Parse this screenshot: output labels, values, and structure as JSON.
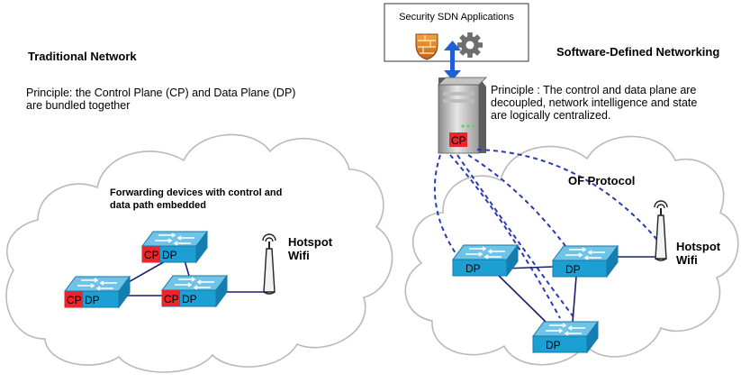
{
  "traditional": {
    "title": "Traditional Network",
    "principle_line1": "Principle: the Control Plane (CP) and Data Plane (DP)",
    "principle_line2": "are bundled together",
    "devices_caption_line1": "Forwarding devices with control and",
    "devices_caption_line2": "data path embedded",
    "hotspot_line1": "Hotspot",
    "hotspot_line2": "Wifi",
    "cp_label": "CP",
    "dp_label": "DP"
  },
  "sdn": {
    "title": "Software-Defined Networking",
    "apps_box_label": "Security SDN Applications",
    "principle_line1": "Principle : The control and data plane are",
    "principle_line2": "decoupled, network intelligence and state",
    "principle_line3": "are logically centralized.",
    "controller_label": "CP",
    "protocol_label": "OF Protocol",
    "hotspot_line1": "Hotspot",
    "hotspot_line2": "Wifi",
    "dp_label": "DP"
  },
  "colors": {
    "switch_top": "#6ec3e6",
    "switch_front": "#1d9fd3",
    "cp_red": "#e8262b",
    "link_navy": "#1b1f6e",
    "dashed_blue": "#2a3bb5",
    "arrow_blue": "#1f5fd6",
    "cloud_stroke": "#b9b9b9"
  },
  "icons": [
    "firewall-icon",
    "gear-icon",
    "server-icon",
    "antenna-icon",
    "switch-icon"
  ]
}
